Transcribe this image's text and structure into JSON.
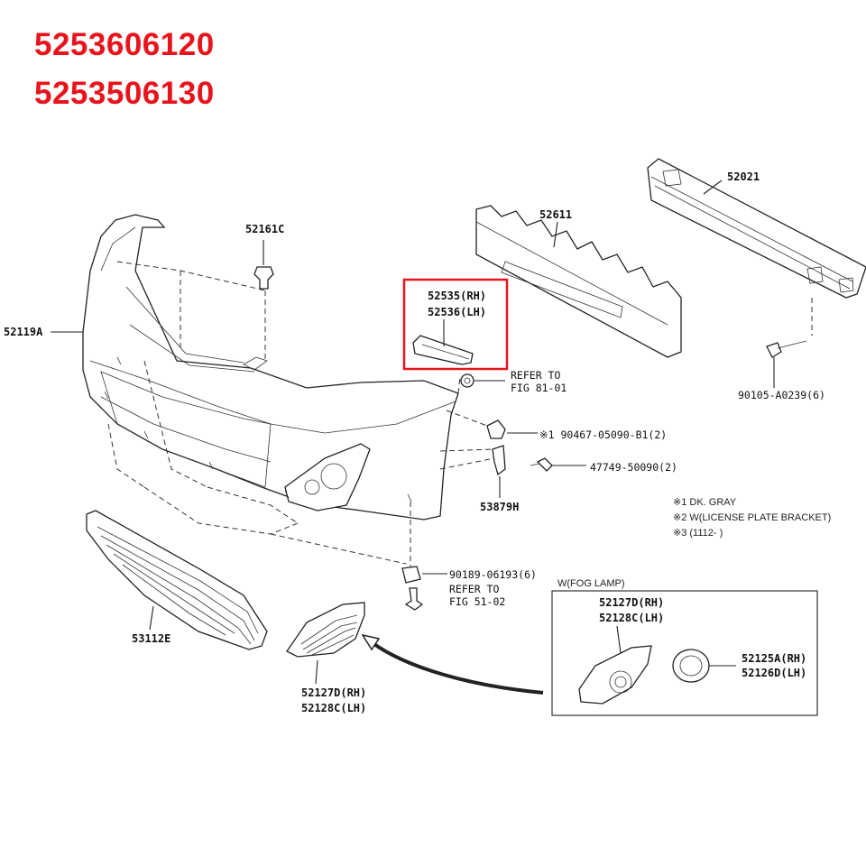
{
  "headlines": [
    "5253606120",
    "5253506130"
  ],
  "labels": {
    "p52021": "52021",
    "p52611": "52611",
    "p52161c": "52161C",
    "p52119a": "52119A",
    "p52535": "52535(RH)",
    "p52536": "52536(LH)",
    "refer1a": "REFER TO",
    "refer1b": "FIG 81-01",
    "p90105": "90105-A0239(6)",
    "p90467": "※1 90467-05090-B1(2)",
    "p47749": "47749-50090(2)",
    "p53879h": "53879H",
    "p90189": "90189-06193(6)",
    "refer2a": "REFER TO",
    "refer2b": "FIG 51-02",
    "p53112e": "53112E",
    "p52127d_a": "52127D(RH)",
    "p52128c_a": "52128C(LH)",
    "foglamp": "W(FOG LAMP)",
    "p52127d_b": "52127D(RH)",
    "p52128c_b": "52128C(LH)",
    "p52125a": "52125A(RH)",
    "p52126d": "52126D(LH)"
  },
  "notes": [
    "※1 DK. GRAY",
    "※2 W(LICENSE PLATE BRACKET)",
    "※3 (1112-        )"
  ],
  "colors": {
    "highlight": "#e8141c",
    "headline": "#e8141c",
    "ink": "#222222"
  }
}
